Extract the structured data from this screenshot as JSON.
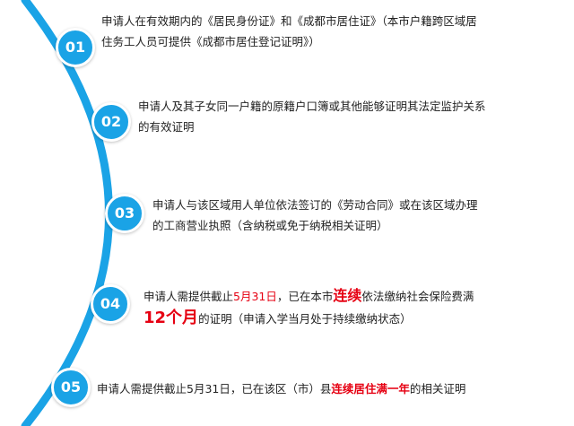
{
  "theme": {
    "arc_color": "#1aa3e6",
    "badge_color": "#1aa3e6",
    "highlight_color": "#e60012"
  },
  "items": [
    {
      "number": "01",
      "line1": "申请人在有效期内的《居民身份证》和《成都市居住证》（本市户籍跨区域居",
      "line2": "住务工人员可提供《成都市居住登记证明》）"
    },
    {
      "number": "02",
      "line1": "申请人及其子女同一户籍的原籍户口簿或其他能够证明其法定监护关系",
      "line2": "的有效证明"
    },
    {
      "number": "03",
      "line1": "申请人与该区域用人单位依法签订的《劳动合同》或在该区域办理",
      "line2": "的工商营业执照（含纳税或免于纳税相关证明）"
    },
    {
      "number": "04",
      "l1_a": "申请人需提供截止",
      "l1_date": "5月31日",
      "l1_b": "，已在本市",
      "l1_kw": "连续",
      "l1_c": "依法缴纳社会保险费满",
      "l2_months": "12个月",
      "l2_rest": "的证明（申请入学当月处于持续缴纳状态）"
    },
    {
      "number": "05",
      "a": "申请人需提供截止5月31日，已在该区（市）县",
      "kw": "连续居住满一年",
      "b": "的相关证明"
    }
  ]
}
